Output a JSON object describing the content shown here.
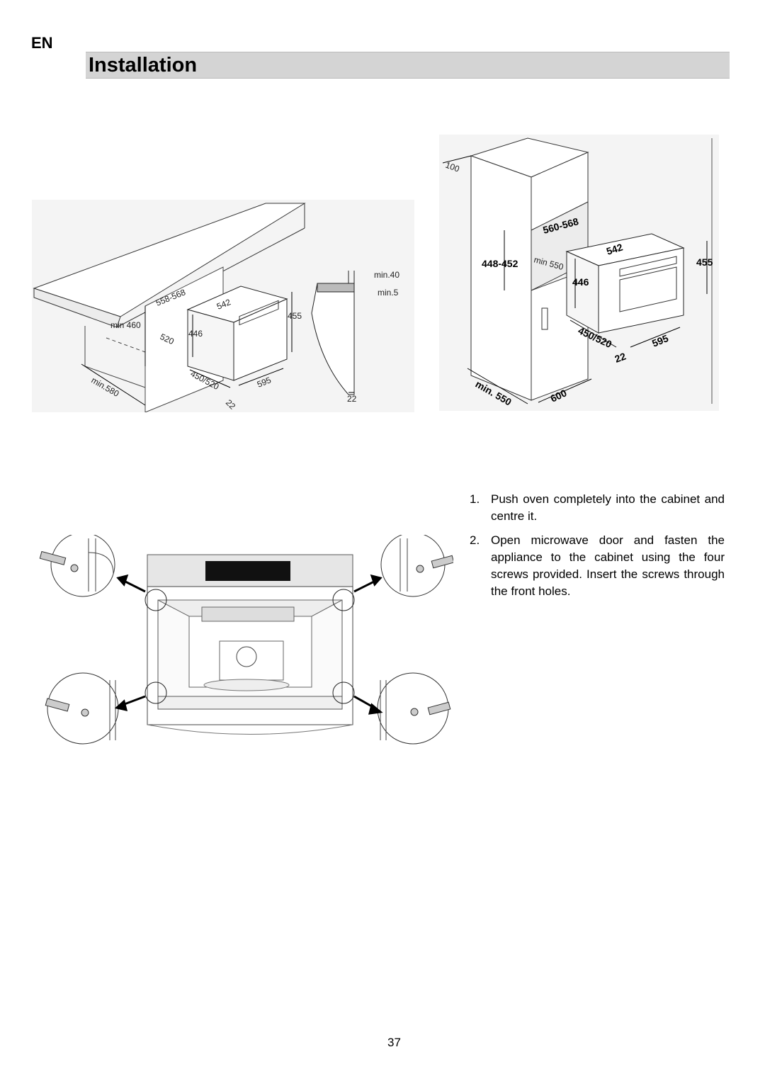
{
  "header": {
    "lang": "EN",
    "title": "Installation"
  },
  "figure_left": {
    "dims": {
      "min40": "min.40",
      "min5": "min.5",
      "d558_568": "558-568",
      "d542": "542",
      "d455": "455",
      "min460": "min 460",
      "d520": "520",
      "d446": "446",
      "d450_520": "450/520",
      "d595": "595",
      "min580": "min.580",
      "d22": "22",
      "d22b": "22"
    }
  },
  "figure_right": {
    "dims": {
      "d100": "100",
      "d560_568": "560-568",
      "d542": "542",
      "d448_452": "448-452",
      "min550": "min 550",
      "d455": "455",
      "d446": "446",
      "d450_520": "450/520",
      "d22": "22",
      "d595": "595",
      "min550b": "min. 550",
      "d600": "600"
    }
  },
  "steps": [
    {
      "num": "1.",
      "text": "Push oven completely into the cabinet and centre it."
    },
    {
      "num": "2.",
      "text": "Open microwave door and fasten the appliance to the cabinet using the four screws provided. Insert the screws through the front holes."
    }
  ],
  "footer": {
    "page": "37"
  }
}
